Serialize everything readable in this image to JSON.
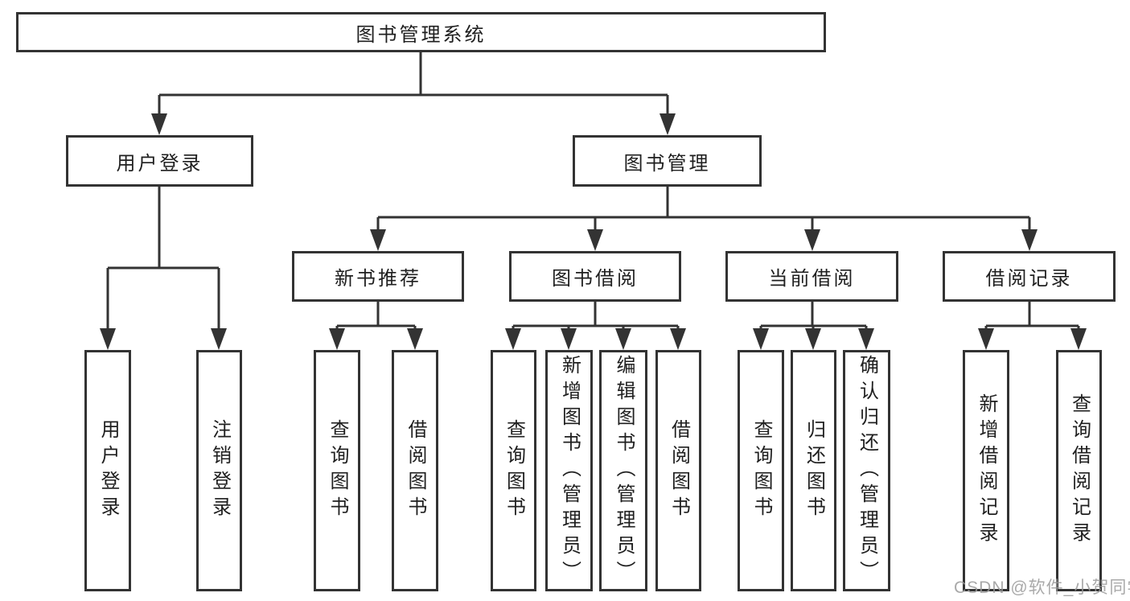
{
  "diagram": {
    "type": "hierarchy-tree",
    "root": {
      "label": "图书管理系统",
      "children": [
        {
          "label": "用户登录",
          "children": [
            {
              "label": "用户登录"
            },
            {
              "label": "注销登录"
            }
          ]
        },
        {
          "label": "图书管理",
          "children": [
            {
              "label": "新书推荐",
              "children": [
                {
                  "label": "查询图书"
                },
                {
                  "label": "借阅图书"
                }
              ]
            },
            {
              "label": "图书借阅",
              "children": [
                {
                  "label": "查询图书"
                },
                {
                  "label": "新增图书（管理员）"
                },
                {
                  "label": "编辑图书（管理员）"
                },
                {
                  "label": "借阅图书"
                }
              ]
            },
            {
              "label": "当前借阅",
              "children": [
                {
                  "label": "查询图书"
                },
                {
                  "label": "归还图书"
                },
                {
                  "label": "确认归还（管理员）"
                }
              ]
            },
            {
              "label": "借阅记录",
              "children": [
                {
                  "label": "新增借阅记录"
                },
                {
                  "label": "查询借阅记录"
                }
              ]
            }
          ]
        }
      ]
    }
  },
  "watermark": {
    "text": "CSDN @软件_小贺同学",
    "color": "#9b9b9b"
  },
  "colors": {
    "line": "#333333",
    "box_border": "#333333",
    "box_fill": "#ffffff",
    "text": "#1f1f1f",
    "background": "#ffffff"
  }
}
